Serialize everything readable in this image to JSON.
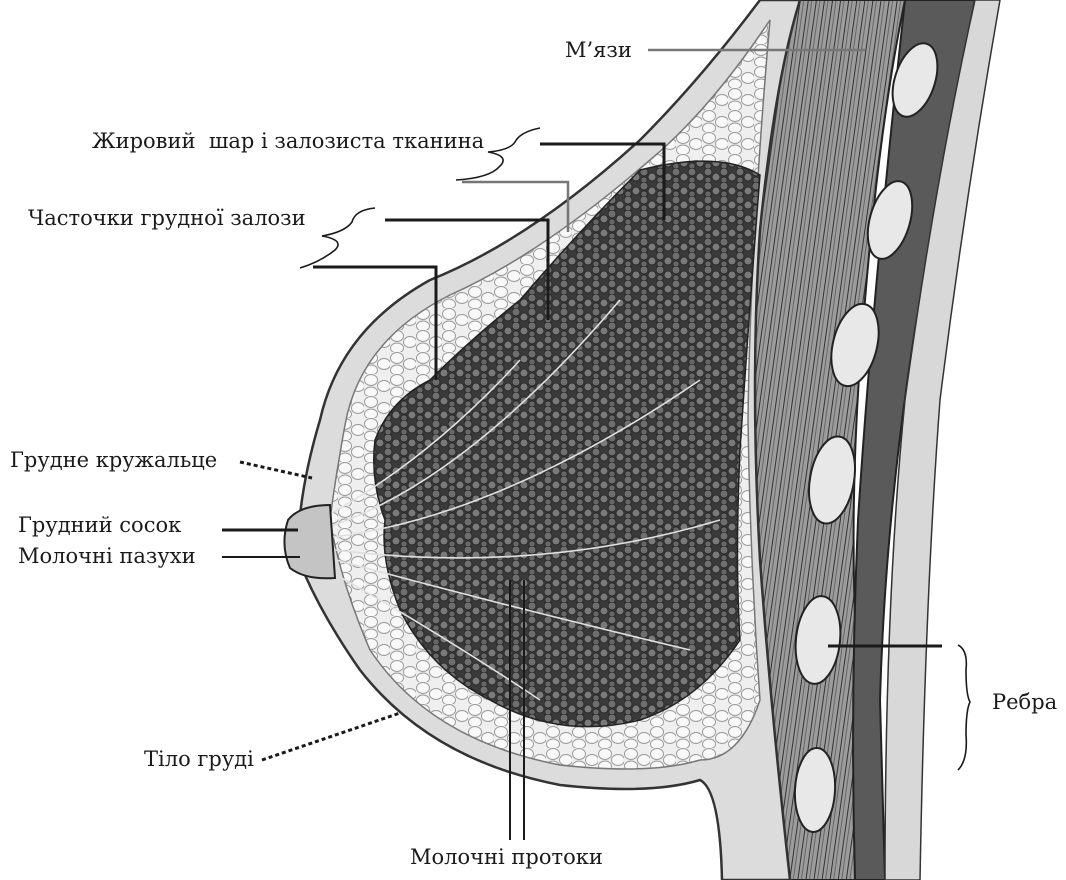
{
  "labels": {
    "muscles": "М’язи",
    "fat_layer": "Жировий  шар і залозиста тканина",
    "lobules": "Часточки грудної залози",
    "areola": "Грудне кружальце",
    "nipple": "Грудний сосок",
    "milk_sinuses": "Молочні пазухи",
    "breast_body": "Тіло груді",
    "milk_ducts": "Молочні протоки",
    "ribs": "Ребра"
  }
}
